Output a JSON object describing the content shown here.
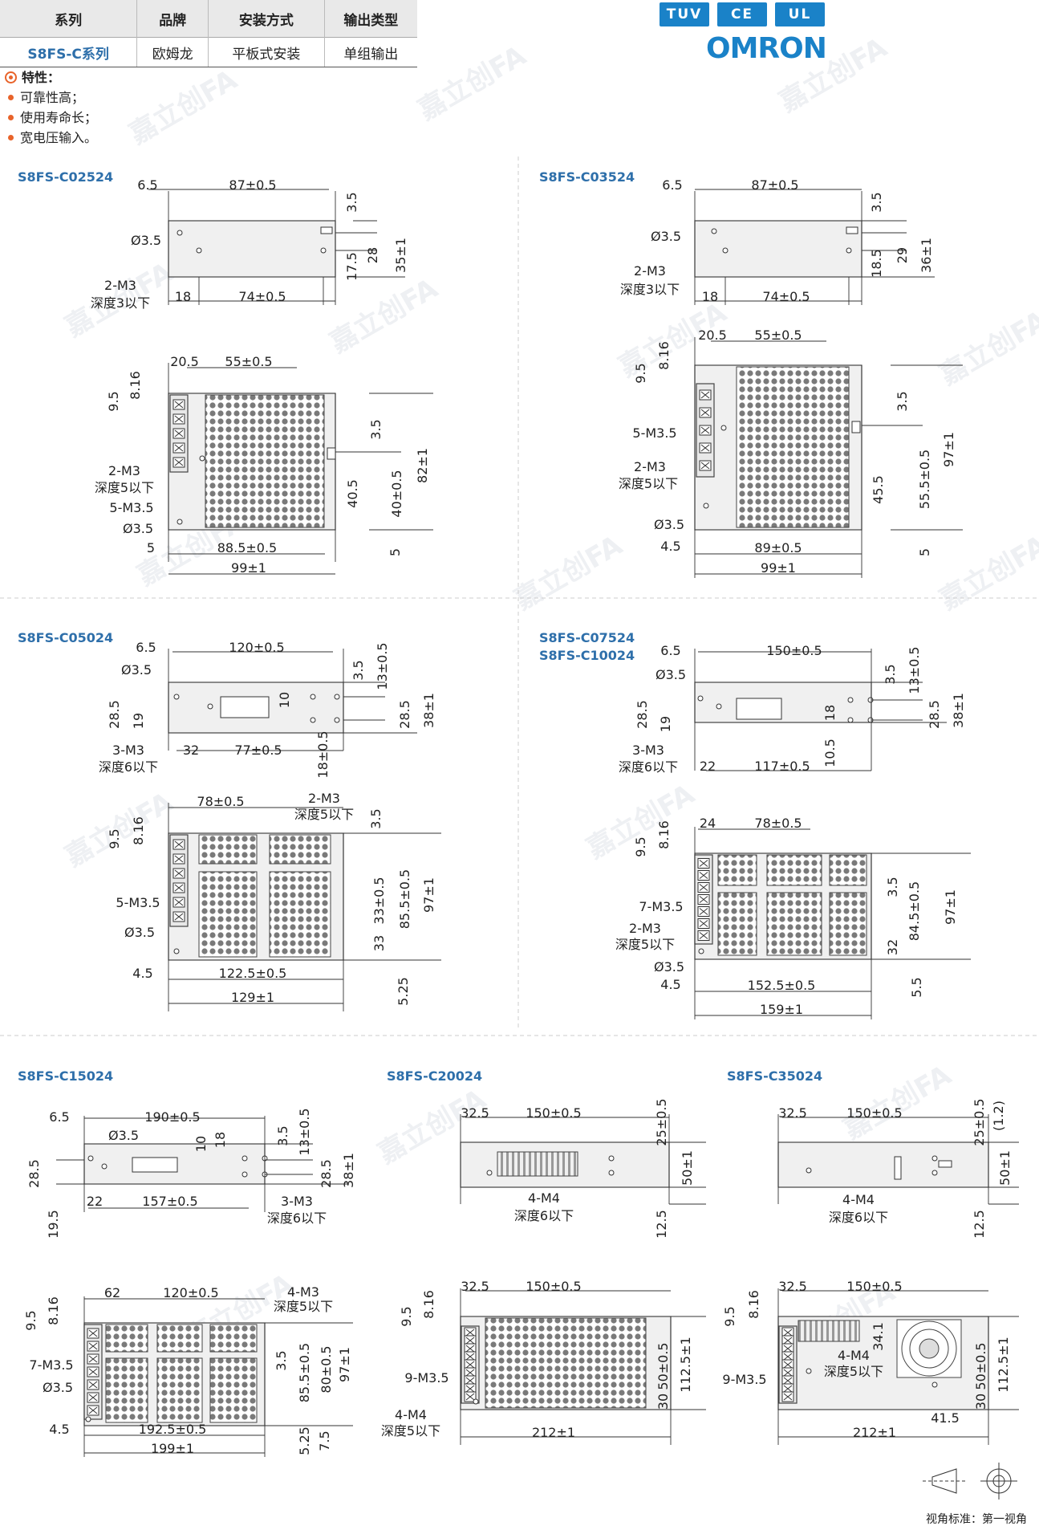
{
  "spec_table": {
    "headers": [
      "系列",
      "品牌",
      "安装方式",
      "输出类型"
    ],
    "row": [
      "S8FS-C系列",
      "欧姆龙",
      "平板式安装",
      "单组输出"
    ]
  },
  "certifications": [
    "TUV",
    "CE",
    "UL"
  ],
  "brand": "OMRON",
  "features": {
    "title": "特性：",
    "items": [
      "可靠性高；",
      "使用寿命长；",
      "宽电压输入。"
    ]
  },
  "watermark": "嘉立创FA",
  "models": [
    "S8FS-C02524",
    "S8FS-C03524",
    "S8FS-C05024",
    "S8FS-C07524\nS8FS-C10024",
    "S8FS-C15024",
    "S8FS-C20024",
    "S8FS-C35024"
  ],
  "dimensions": {
    "c02524_top": [
      "6.5",
      "87±0.5",
      "3.5",
      "Ø3.5",
      "28",
      "35±1",
      "17.5",
      "2-M3",
      "深度3以下",
      "18",
      "74±0.5"
    ],
    "c02524_front": [
      "20.5",
      "55±0.5",
      "9.5",
      "8.16",
      "3.5",
      "2-M3",
      "深度5以下",
      "5-M3.5",
      "Ø3.5",
      "40.5",
      "40±0.5",
      "82±1",
      "5",
      "88.5±0.5",
      "99±1",
      "5"
    ],
    "c03524_top": [
      "6.5",
      "87±0.5",
      "3.5",
      "Ø3.5",
      "29",
      "36±1",
      "18.5",
      "2-M3",
      "深度3以下",
      "18",
      "74±0.5"
    ],
    "c03524_front": [
      "20.5",
      "55±0.5",
      "9.5",
      "8.16",
      "3.5",
      "5-M3.5",
      "2-M3",
      "深度5以下",
      "45.5",
      "55.5±0.5",
      "97±1",
      "Ø3.5",
      "4.5",
      "89±0.5",
      "99±1",
      "5"
    ],
    "c05024_top": [
      "6.5",
      "120±0.5",
      "Ø3.5",
      "3.5",
      "13±0.5",
      "10",
      "28.5",
      "19",
      "28.5",
      "38±1",
      "3-M3",
      "深度6以下",
      "32",
      "77±0.5",
      "18±0.5"
    ],
    "c05024_front": [
      "78±0.5",
      "2-M3",
      "深度5以下",
      "3.5",
      "9.5",
      "8.16",
      "5-M3.5",
      "33±0.5",
      "85.5±0.5",
      "97±1",
      "Ø3.5",
      "33",
      "4.5",
      "122.5±0.5",
      "129±1",
      "5.25"
    ],
    "c07524_top": [
      "6.5",
      "150±0.5",
      "Ø3.5",
      "3.5",
      "13±0.5",
      "28.5",
      "19",
      "18",
      "28.5",
      "38±1",
      "3-M3",
      "深度6以下",
      "10.5",
      "22",
      "117±0.5"
    ],
    "c07524_front": [
      "24",
      "78±0.5",
      "9.5",
      "8.16",
      "7-M3.5",
      "3.5",
      "2-M3",
      "深度5以下",
      "84.5±0.5",
      "97±1",
      "32",
      "Ø3.5",
      "4.5",
      "152.5±0.5",
      "159±1",
      "5.5"
    ],
    "c15024_top": [
      "6.5",
      "190±0.5",
      "Ø3.5",
      "10",
      "18",
      "3.5",
      "13±0.5",
      "28.5",
      "28.5",
      "38±1",
      "22",
      "157±0.5",
      "3-M3",
      "深度6以下",
      "19.5"
    ],
    "c15024_front": [
      "62",
      "120±0.5",
      "4-M3",
      "深度5以下",
      "9.5",
      "8.16",
      "7-M3.5",
      "Ø3.5",
      "3.5",
      "85.5±0.5",
      "80±0.5",
      "97±1",
      "4.5",
      "192.5±0.5",
      "199±1",
      "5.25",
      "7.5"
    ],
    "c20024_top": [
      "32.5",
      "150±0.5",
      "25±0.5",
      "50±1",
      "4-M4",
      "深度6以下",
      "12.5"
    ],
    "c20024_front": [
      "32.5",
      "150±0.5",
      "9.5",
      "8.16",
      "9-M3.5",
      "50±0.5",
      "112.5±1",
      "30",
      "4-M4",
      "深度5以下",
      "212±1"
    ],
    "c35024_top": [
      "32.5",
      "150±0.5",
      "25±0.5",
      "(1.2)",
      "50±1",
      "4-M4",
      "深度6以下",
      "12.5"
    ],
    "c35024_front": [
      "32.5",
      "150±0.5",
      "9.5",
      "8.16",
      "34.1",
      "4-M4",
      "深度5以下",
      "9-M3.5",
      "50±0.5",
      "112.5±1",
      "30",
      "41.5",
      "212±1"
    ]
  },
  "view_standard": "视角标准：第一视角"
}
